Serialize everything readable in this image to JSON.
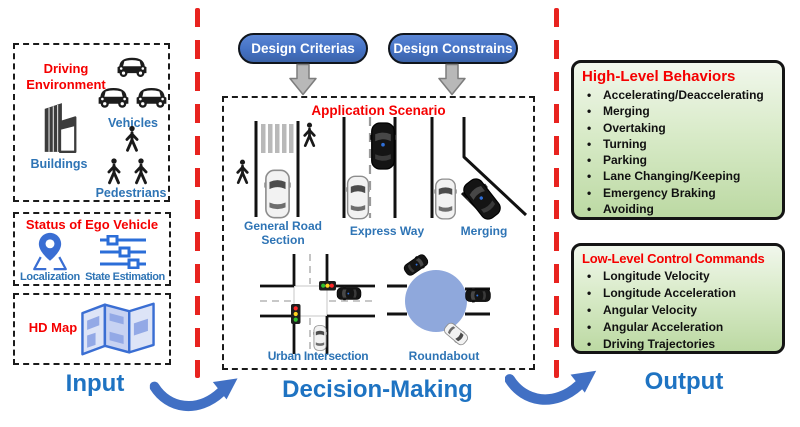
{
  "colors": {
    "accent_blue": "#4472c4",
    "label_blue": "#2e74b5",
    "section_blue": "#1e73c2",
    "title_red": "#f50000",
    "separator_red": "#e8231f",
    "green_box_top": "#f1f7ec",
    "green_box_bottom": "#bcd9a3",
    "roundabout_circle": "#8fa8dc"
  },
  "input": {
    "section_label": "Input",
    "driving_environment": {
      "title": "Driving Environment",
      "buildings_label": "Buildings",
      "vehicles_label": "Vehicles",
      "pedestrians_label": "Pedestrians"
    },
    "ego_vehicle": {
      "title": "Status of Ego Vehicle",
      "localization_label": "Localization",
      "state_estimation_label": "State Estimation"
    },
    "hd_map": {
      "title": "HD Map"
    }
  },
  "decision_making": {
    "section_label": "Decision-Making",
    "design_criterias_button": "Design Criterias",
    "design_constrains_button": "Design Constrains",
    "application_scenario": {
      "title": "Application Scenario",
      "scenarios": [
        "General Road Section",
        "Express Way",
        "Merging",
        "Urban Intersection",
        "Roundabout"
      ]
    }
  },
  "output": {
    "section_label": "Output",
    "high_level_behaviors": {
      "title": "High-Level Behaviors",
      "items": [
        "Accelerating/Deaccelerating",
        "Merging",
        "Overtaking",
        "Turning",
        "Parking",
        "Lane Changing/Keeping",
        "Emergency Braking",
        "Avoiding"
      ]
    },
    "low_level_control_commands": {
      "title": "Low-Level Control Commands",
      "items": [
        "Longitude Velocity",
        "Longitude Acceleration",
        "Angular Velocity",
        "Angular Acceleration",
        "Driving Trajectories"
      ]
    }
  }
}
